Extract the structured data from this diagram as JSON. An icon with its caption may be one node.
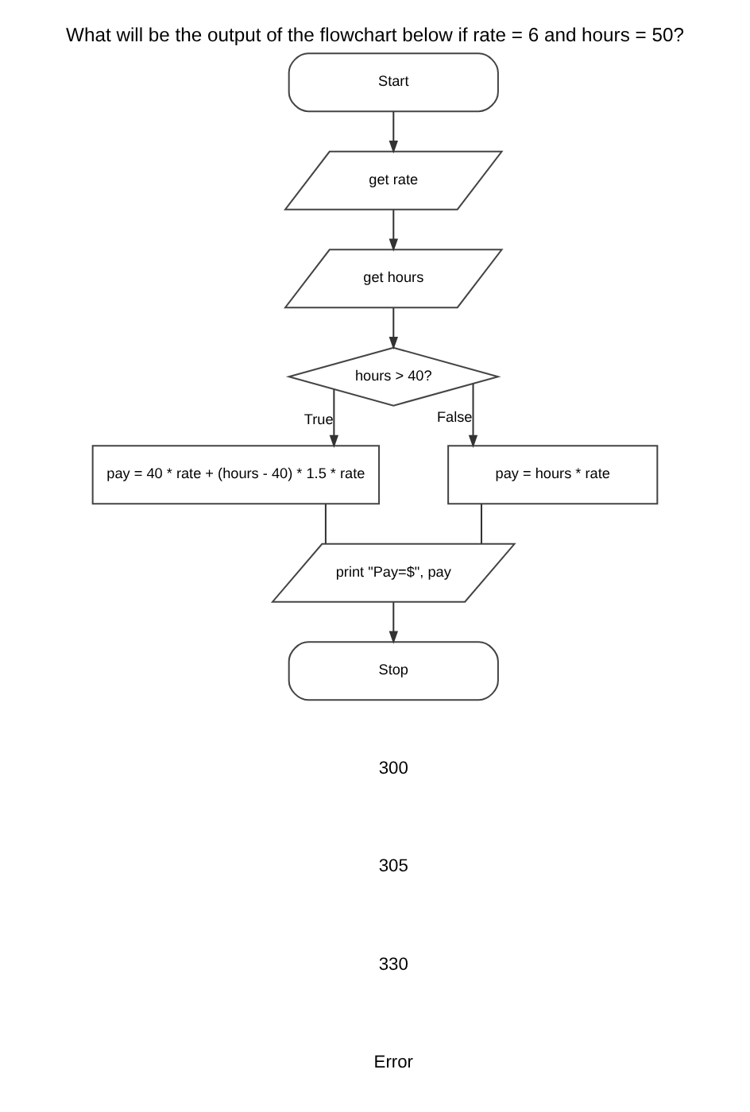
{
  "diagram": {
    "title": "What will be the output of the flowchart below if rate = 6 and hours = 50?",
    "nodes": [
      {
        "text": [
          "Start"
        ]
      },
      {
        "text": [
          "get rate"
        ]
      },
      {
        "text": [
          "get hours"
        ]
      },
      {
        "text": [
          "hours > 40?"
        ]
      },
      {
        "text": [
          "pay = 40 * rate + (hours - 40) * 1.5 * rate"
        ]
      },
      {
        "text": [
          "pay = hours * rate"
        ]
      },
      {
        "text": [
          "print \"Pay=$\", pay"
        ]
      },
      {
        "text": [
          "Stop"
        ]
      }
    ],
    "edges": [
      {
        "from": 0,
        "to": 1,
        "arrow": "to"
      },
      {
        "from": 1,
        "to": 2,
        "arrow": "to"
      },
      {
        "from": 2,
        "to": 3,
        "arrow": "to"
      },
      {
        "from": 3,
        "to": 4,
        "arrow": "to",
        "label": "True"
      },
      {
        "from": 3,
        "to": 5,
        "arrow": "to",
        "label": "False"
      },
      {
        "from": 4,
        "to": 6,
        "arrow": "none"
      },
      {
        "from": 5,
        "to": 6,
        "arrow": "none"
      },
      {
        "from": 6,
        "to": 7,
        "arrow": "to"
      }
    ],
    "labels": [
      "300",
      "305",
      "330",
      "Error"
    ]
  }
}
